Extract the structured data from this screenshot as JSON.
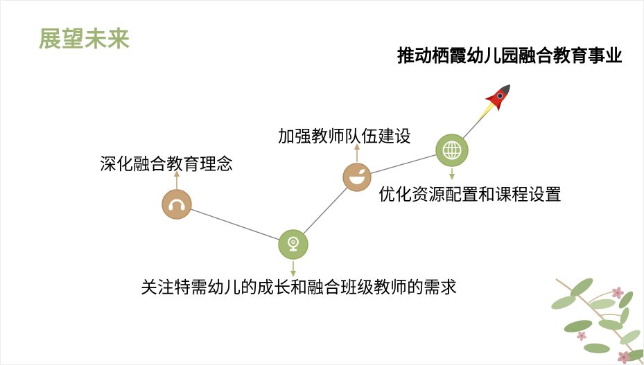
{
  "slide": {
    "title": "展望未来",
    "headline": "推动栖霞幼儿园融合教育事业"
  },
  "path": {
    "description": "zigzag milestone path rising toward a rocket",
    "nodes": [
      {
        "label": "深化融合教育理念",
        "icon": "headphones-icon",
        "circle_color": "#C8A377",
        "arrow": "up"
      },
      {
        "label": "关注特需幼儿的成长和融合班级教师的需求",
        "icon": "webcam-icon",
        "circle_color": "#A4B971",
        "arrow": "down"
      },
      {
        "label": "加强教师队伍建设",
        "icon": "rice-bowl-icon",
        "circle_color": "#C8A377",
        "arrow": "up"
      },
      {
        "label": "优化资源配置和课程设置",
        "icon": "globe-icon",
        "circle_color": "#A4B971",
        "arrow": "down"
      }
    ]
  },
  "decorations": {
    "rocket": "rocket-icon",
    "floral": "watercolor-leaves-and-pink-flowers"
  },
  "colors": {
    "title_green": "#9FB374",
    "tan": "#C8A377",
    "sage": "#A4B971",
    "line_gray": "#808080",
    "text_black": "#000000",
    "rocket_red": "#D6281E",
    "rocket_nose_gray": "#4A4A4A",
    "flame_yellow": "#FFE14D",
    "leaf_green": "#9DB47C",
    "flower_pink": "#D4A3A6",
    "background": "#FFFFFF"
  }
}
